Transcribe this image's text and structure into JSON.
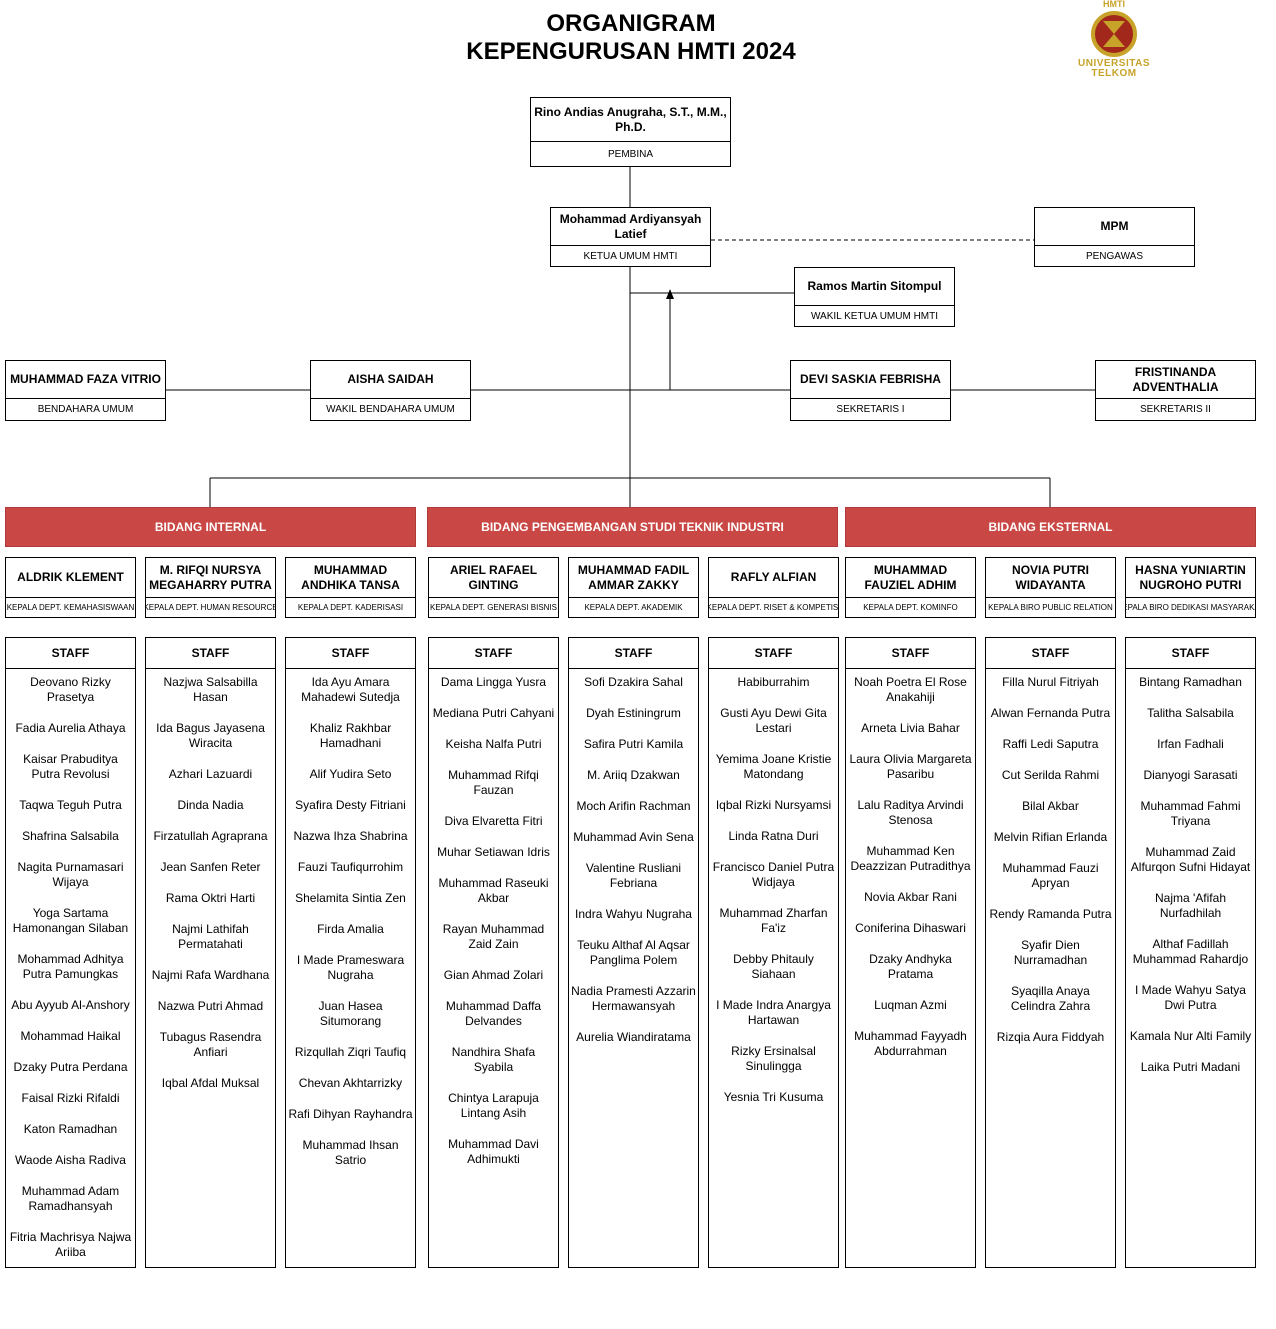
{
  "title": {
    "line1": "ORGANIGRAM",
    "line2": "KEPENGURUSAN HMTI 2024"
  },
  "logo": {
    "top": "HMTI",
    "line1": "UNIVERSITAS",
    "line2": "TELKOM",
    "color": "#c8a32a"
  },
  "colors": {
    "bidang": "#c94845",
    "logo": "#c8a32a"
  },
  "pembina": {
    "name": "Rino Andias Anugraha, S.T., M.M., Ph.D.",
    "role": "PEMBINA"
  },
  "ketua": {
    "name": "Mohammad Ardiyansyah Latief",
    "role": "KETUA UMUM HMTI"
  },
  "mpm": {
    "name": "MPM",
    "role": "PENGAWAS"
  },
  "wakil_ketua": {
    "name": "Ramos Martin Sitompul",
    "role": "WAKIL KETUA UMUM HMTI"
  },
  "bendahara": {
    "name": "MUHAMMAD FAZA VITRIO",
    "role": "BENDAHARA UMUM"
  },
  "wakil_bendahara": {
    "name": "AISHA SAIDAH",
    "role": "WAKIL BENDAHARA UMUM"
  },
  "sekretaris1": {
    "name": "DEVI SASKIA FEBRISHA",
    "role": "SEKRETARIS I"
  },
  "sekretaris2": {
    "name": "FRISTINANDA ADVENTHALIA",
    "role": "SEKRETARIS II"
  },
  "bidang": [
    "BIDANG INTERNAL",
    "BIDANG PENGEMBANGAN STUDI TEKNIK INDUSTRI",
    "BIDANG EKSTERNAL"
  ],
  "departments": [
    {
      "head": "ALDRIK KLEMENT",
      "role": "KEPALA DEPT. KEMAHASISWAAN"
    },
    {
      "head": "M. RIFQI NURSYA MEGAHARRY PUTRA",
      "role": "KEPALA DEPT. HUMAN RESOURCE"
    },
    {
      "head": "MUHAMMAD ANDHIKA TANSA",
      "role": "KEPALA DEPT. KADERISASI"
    },
    {
      "head": "ARIEL RAFAEL GINTING",
      "role": "KEPALA DEPT. GENERASI BISNIS"
    },
    {
      "head": "MUHAMMAD FADIL AMMAR ZAKKY",
      "role": "KEPALA DEPT. AKADEMIK"
    },
    {
      "head": "RAFLY ALFIAN",
      "role": "KEPALA DEPT. RISET & KOMPETISI"
    },
    {
      "head": "MUHAMMAD FAUZIEL ADHIM",
      "role": "KEPALA DEPT. KOMINFO"
    },
    {
      "head": "NOVIA PUTRI WIDAYANTA",
      "role": "KEPALA BIRO PUBLIC RELATION"
    },
    {
      "head": "HASNA YUNIARTIN NUGROHO PUTRI",
      "role": "KEPALA BIRO DEDIKASI MASYARAKAT"
    }
  ],
  "staff_label": "STAFF",
  "staff": [
    [
      "Deovano Rizky Prasetya",
      "Fadia Aurelia Athaya",
      "Kaisar Prabuditya Putra Revolusi",
      "Taqwa Teguh Putra",
      "Shafrina Salsabila",
      "Nagita Purnamasari Wijaya",
      "Yoga Sartama Hamonangan Silaban",
      "Mohammad Adhitya Putra Pamungkas",
      "Abu Ayyub Al-Anshory",
      "Mohammad Haikal",
      "Dzaky Putra Perdana",
      "Faisal Rizki Rifaldi",
      "Katon Ramadhan",
      "Waode Aisha Radiva",
      "Muhammad Adam Ramadhansyah",
      "Fitria Machrisya Najwa Ariiba"
    ],
    [
      "Nazjwa Salsabilla Hasan",
      "Ida Bagus Jayasena Wiracita",
      "Azhari Lazuardi",
      "Dinda Nadia",
      "Firzatullah Agraprana",
      "Jean Sanfen Reter",
      "Rama Oktri Harti",
      "Najmi Lathifah Permatahati",
      "Najmi Rafa Wardhana",
      "Nazwa Putri Ahmad",
      "Tubagus Rasendra Anfiari",
      "Iqbal Afdal Muksal"
    ],
    [
      "Ida Ayu Amara Mahadewi Sutedja",
      "Khaliz Rakhbar Hamadhani",
      "Alif Yudira Seto",
      "Syafira Desty Fitriani",
      "Nazwa Ihza Shabrina",
      "Fauzi Taufiqurrohim",
      "Shelamita Sintia Zen",
      "Firda Amalia",
      "I Made Prameswara Nugraha",
      "Juan Hasea Situmorang",
      "Rizqullah Ziqri Taufiq",
      "Chevan Akhtarrizky",
      "Rafi Dihyan Rayhandra",
      "Muhammad Ihsan Satrio"
    ],
    [
      "Dama Lingga Yusra",
      "Mediana Putri Cahyani",
      "Keisha Nalfa Putri",
      "Muhammad Rifqi Fauzan",
      "Diva Elvaretta Fitri",
      "Muhar Setiawan Idris",
      "Muhammad Raseuki Akbar",
      "Rayan Muhammad Zaid Zain",
      "Gian Ahmad Zolari",
      "Muhammad Daffa Delvandes",
      "Nandhira Shafa Syabila",
      "Chintya Larapuja Lintang Asih",
      "Muhammad Davi Adhimukti"
    ],
    [
      "Sofi Dzakira Sahal",
      "Dyah Estiningrum",
      "Safira Putri Kamila",
      "M. Ariiq Dzakwan",
      "Moch Arifin Rachman",
      "Muhammad Avin Sena",
      "Valentine Rusliani Febriana",
      "Indra Wahyu Nugraha",
      "Teuku Althaf Al Aqsar Panglima Polem",
      "Nadia Pramesti Azzarin Hermawansyah",
      "Aurelia Wiandiratama"
    ],
    [
      "Habiburrahim",
      "Gusti Ayu Dewi Gita Lestari",
      "Yemima Joane Kristie Matondang",
      "Iqbal Rizki Nursyamsi",
      "Linda Ratna Duri",
      "Francisco Daniel Putra Widjaya",
      "Muhammad Zharfan Fa'iz",
      "Debby Phitauly Siahaan",
      "I Made Indra Anargya Hartawan",
      "Rizky Ersinalsal Sinulingga",
      "Yesnia Tri Kusuma"
    ],
    [
      "Noah Poetra El Rose Anakahiji",
      "Arneta Livia Bahar",
      "Laura Olivia Margareta Pasaribu",
      "Lalu Raditya Arvindi Stenosa",
      "Muhammad Ken Deazzizan Putradithya",
      "Novia Akbar Rani",
      "Coniferina Dihaswari",
      "Dzaky Andhyka Pratama",
      "Luqman Azmi",
      "Muhammad Fayyadh Abdurrahman"
    ],
    [
      "Filla Nurul Fitriyah",
      "Alwan Fernanda Putra",
      "Raffi Ledi Saputra",
      "Cut Serilda Rahmi",
      "Bilal Akbar",
      "Melvin Rifian Erlanda",
      "Muhammad Fauzi Apryan",
      "Rendy Ramanda Putra",
      "Syafir Dien Nurramadhan",
      "Syaqilla Anaya Celindra Zahra",
      "Rizqia Aura Fiddyah"
    ],
    [
      "Bintang Ramadhan",
      "Talitha Salsabila",
      "Irfan Fadhali",
      "Dianyogi Sarasati",
      "Muhammad Fahmi Triyana",
      "Muhammad Zaid Alfurqon Sufni Hidayat",
      "Najma 'Afifah Nurfadhilah",
      "Althaf Fadillah Muhammad Rahardjo",
      "I Made Wahyu Satya Dwi Putra",
      "Kamala Nur Alti Family",
      "Laika Putri Madani"
    ]
  ]
}
